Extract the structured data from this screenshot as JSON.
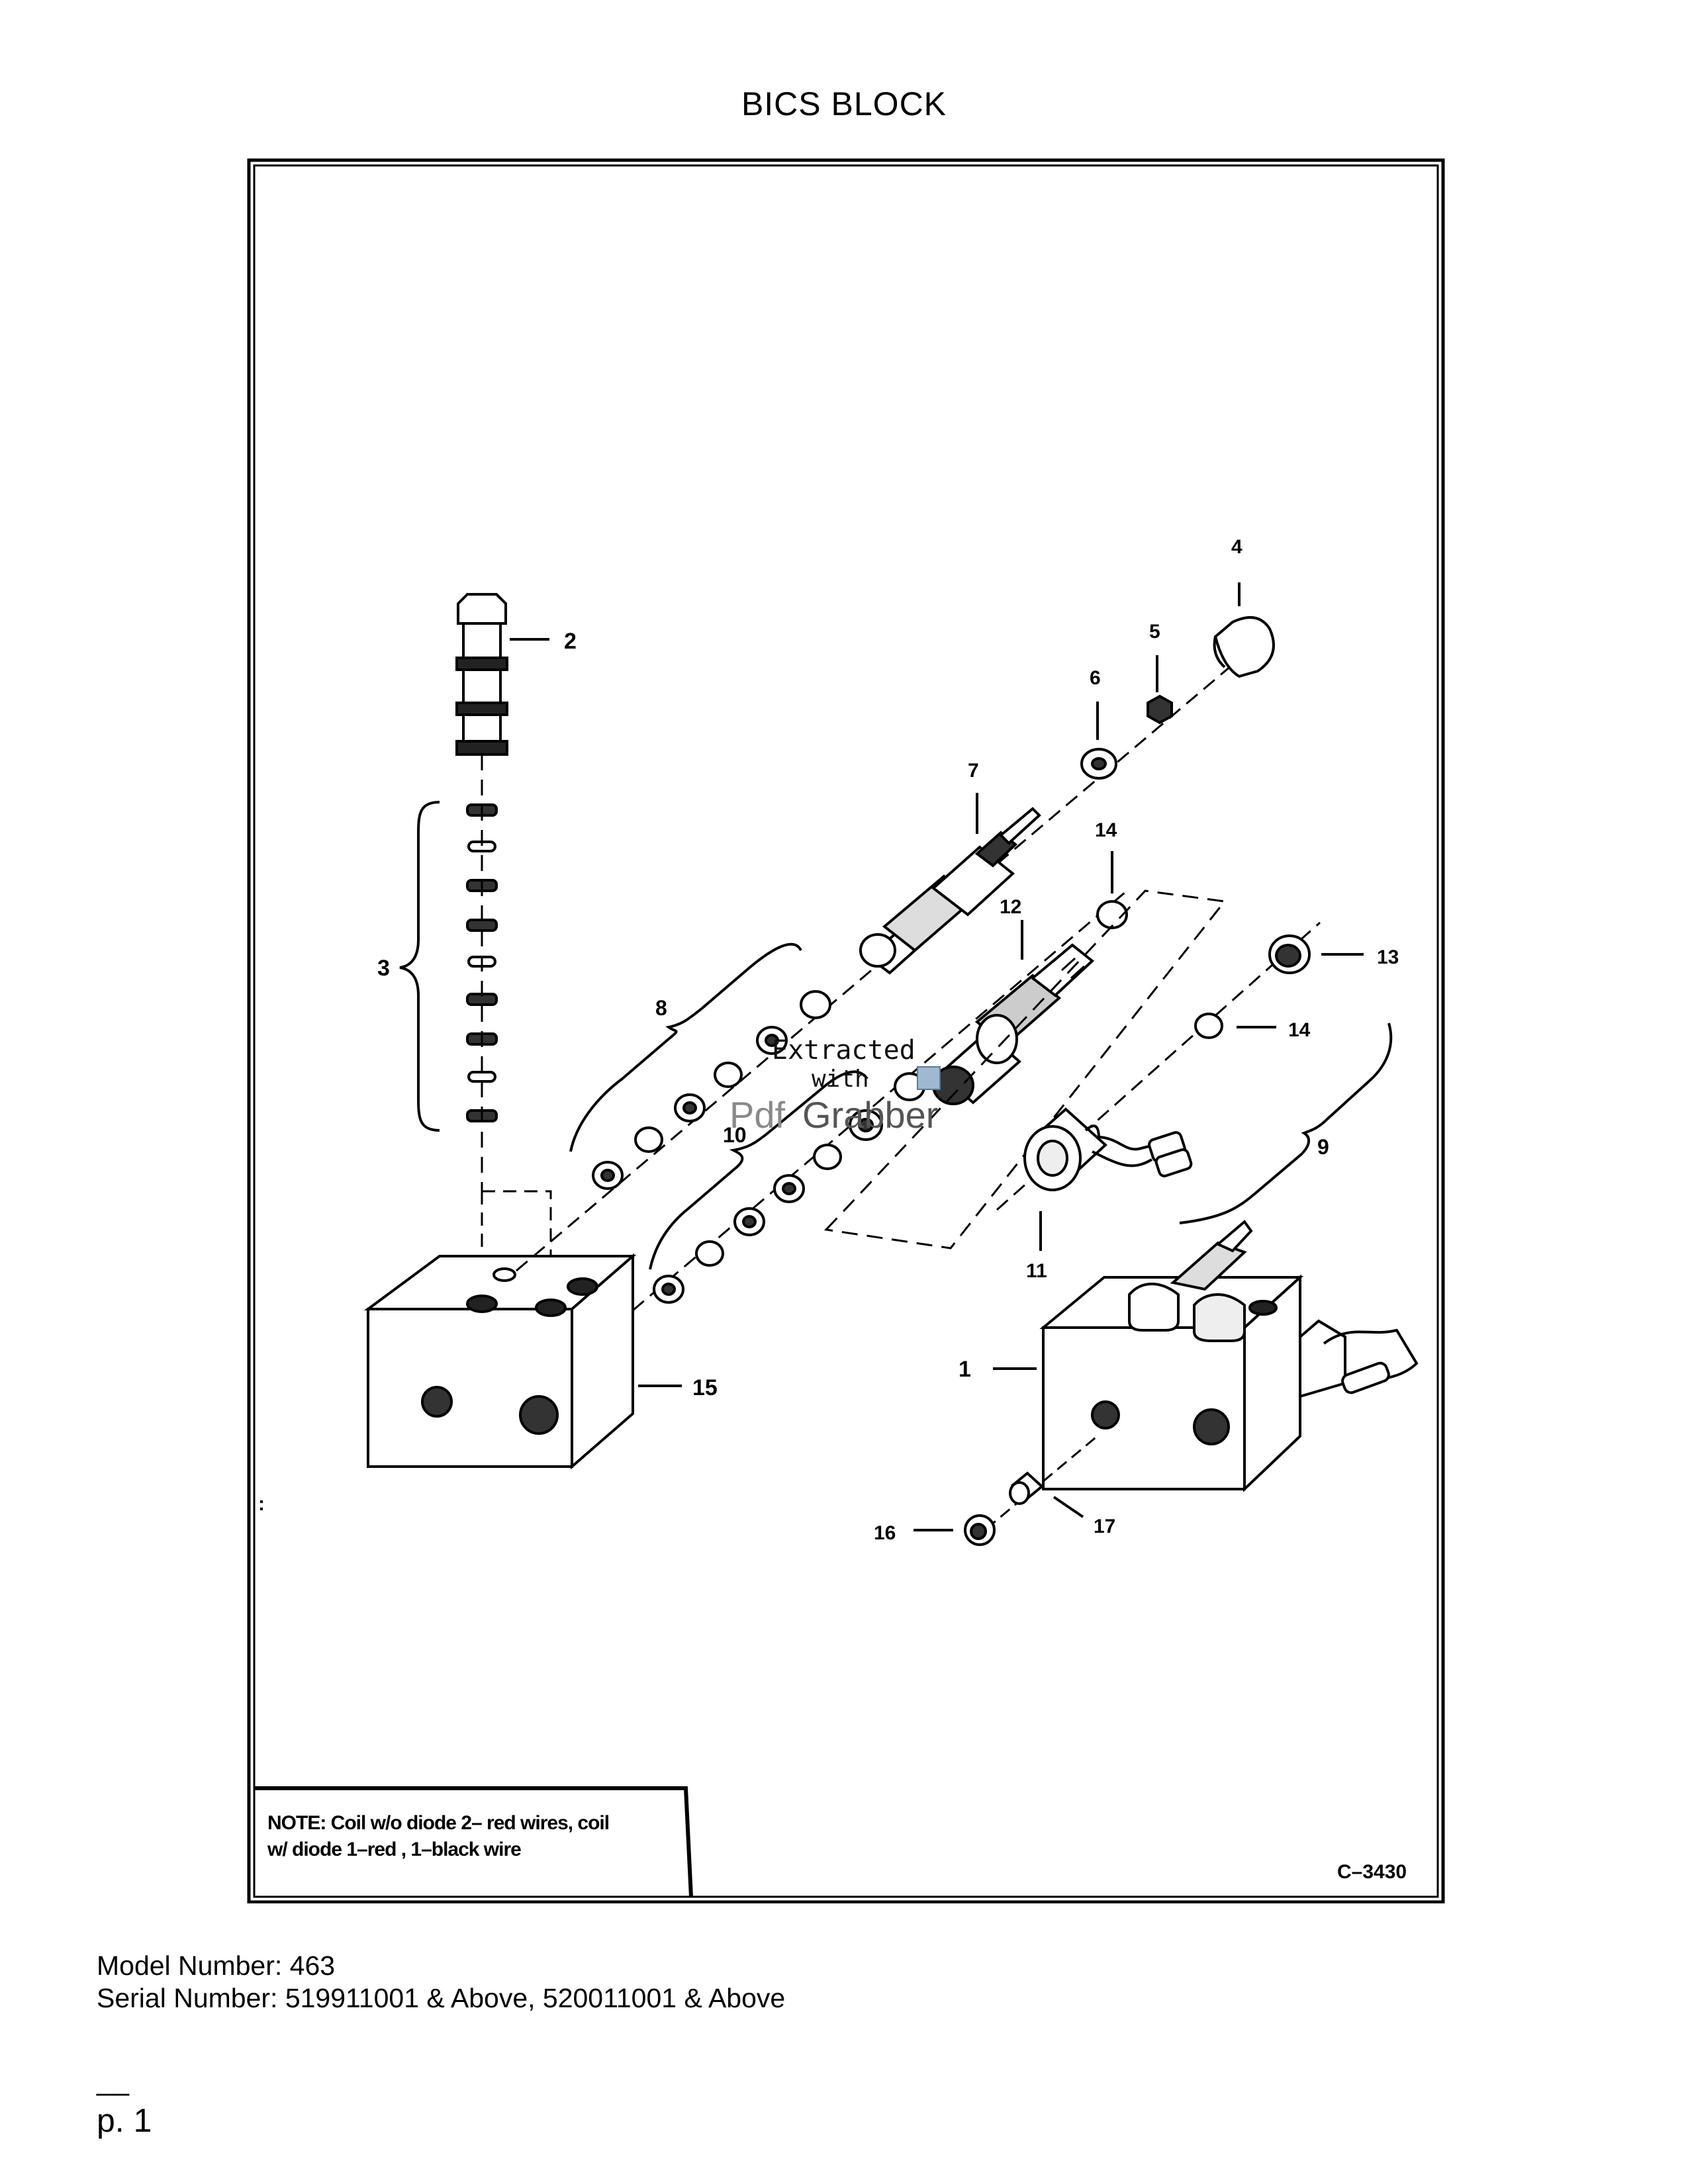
{
  "page": {
    "title": "BICS BLOCK",
    "model_line": "Model Number: 463",
    "serial_line": "Serial Number: 519911001 & Above, 520011001 & Above",
    "page_dash": "__",
    "page_number": "p. 1"
  },
  "diagram": {
    "drawing_code": "C–3430",
    "note_line_1": "NOTE: Coil w/o diode 2– red wires, coil",
    "note_line_2": "w/ diode 1–red , 1–black wire",
    "callouts": {
      "c1": "1",
      "c2": "2",
      "c3": "3",
      "c4": "4",
      "c5": "5",
      "c6": "6",
      "c7": "7",
      "c8": "8",
      "c9": "9",
      "c10": "10",
      "c11": "11",
      "c12": "12",
      "c13": "13",
      "c14a": "14",
      "c14b": "14",
      "c15": "15",
      "c16": "16",
      "c17": "17"
    },
    "stray_mark": ":",
    "watermark": {
      "line1": "Extracted",
      "line2": "with",
      "brand_a": "Pdf",
      "brand_b": "Grabber"
    }
  }
}
